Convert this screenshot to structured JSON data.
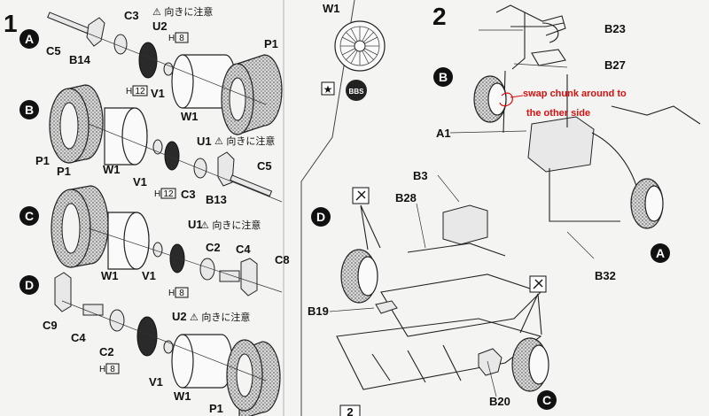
{
  "step1": {
    "number": "1",
    "rows": {
      "A": {
        "badge": "A",
        "labels": {
          "c5": "C5",
          "b14": "B14",
          "c3": "C3",
          "u2": "U2",
          "h8": "8",
          "h12": "12",
          "v1": "V1",
          "w1": "W1",
          "p1": "P1"
        },
        "caution": "向きに注意"
      },
      "B": {
        "badge": "B",
        "labels": {
          "p1": "P1",
          "w1": "W1",
          "v1": "V1",
          "u1": "U1",
          "h12": "12",
          "c3": "C3",
          "b13": "B13",
          "c5": "C5"
        },
        "caution": "向きに注意"
      },
      "C": {
        "badge": "C",
        "labels": {
          "p1": "P1",
          "w1": "W1",
          "v1": "V1",
          "u1": "U1",
          "h8": "8",
          "c2": "C2",
          "c4": "C4",
          "c8": "C8"
        },
        "caution": "向きに注意"
      },
      "D": {
        "badge": "D",
        "labels": {
          "c9": "C9",
          "c4": "C4",
          "c2": "C2",
          "u2": "U2",
          "h8": "8",
          "v1": "V1",
          "w1": "W1",
          "p1": "P1"
        },
        "caution": "向きに注意"
      }
    }
  },
  "wheel_panel": {
    "label": "W1",
    "logo": "BBS"
  },
  "step2": {
    "number": "2",
    "labels": {
      "b23": "B23",
      "b27": "B27",
      "a1": "A1",
      "b3": "B3",
      "b28": "B28",
      "b19": "B19",
      "b20": "B20",
      "b32": "B32"
    },
    "badges": {
      "a": "A",
      "b": "B",
      "c": "C",
      "d": "D"
    },
    "annotation": {
      "line1": "swap chunk around to",
      "line2": "the other side"
    }
  },
  "page_number": "2",
  "h_prefix": "H",
  "colors": {
    "annotation": "#d81010",
    "ink": "#111111",
    "paper": "#f4f4f2"
  }
}
